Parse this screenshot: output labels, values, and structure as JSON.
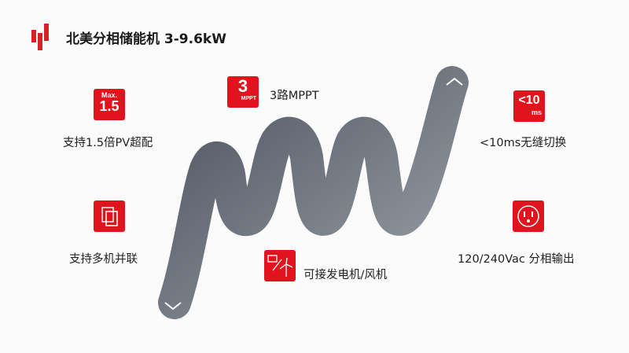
{
  "title": "北美分相储能机 3-9.6kW",
  "colors": {
    "accent": "#e1141e",
    "ribbon": "#5f6670"
  },
  "features": [
    {
      "icon": "max-1.5-icon",
      "badge_top": "Max.",
      "badge_main": "1.5",
      "label": "支持1.5倍PV超配"
    },
    {
      "icon": "mppt-icon",
      "badge_main": "3",
      "badge_sub": "MPPT",
      "label": "3路MPPT"
    },
    {
      "icon": "switch-time-icon",
      "badge_main": "<10",
      "badge_sub": "ms",
      "label": "<10ms无缝切换"
    },
    {
      "icon": "parallel-units-icon",
      "label": "支持多机并联"
    },
    {
      "icon": "generator-wind-icon",
      "label": "可接发电机/风机"
    },
    {
      "icon": "outlet-icon",
      "label": "120/240Vac 分相输出"
    }
  ]
}
